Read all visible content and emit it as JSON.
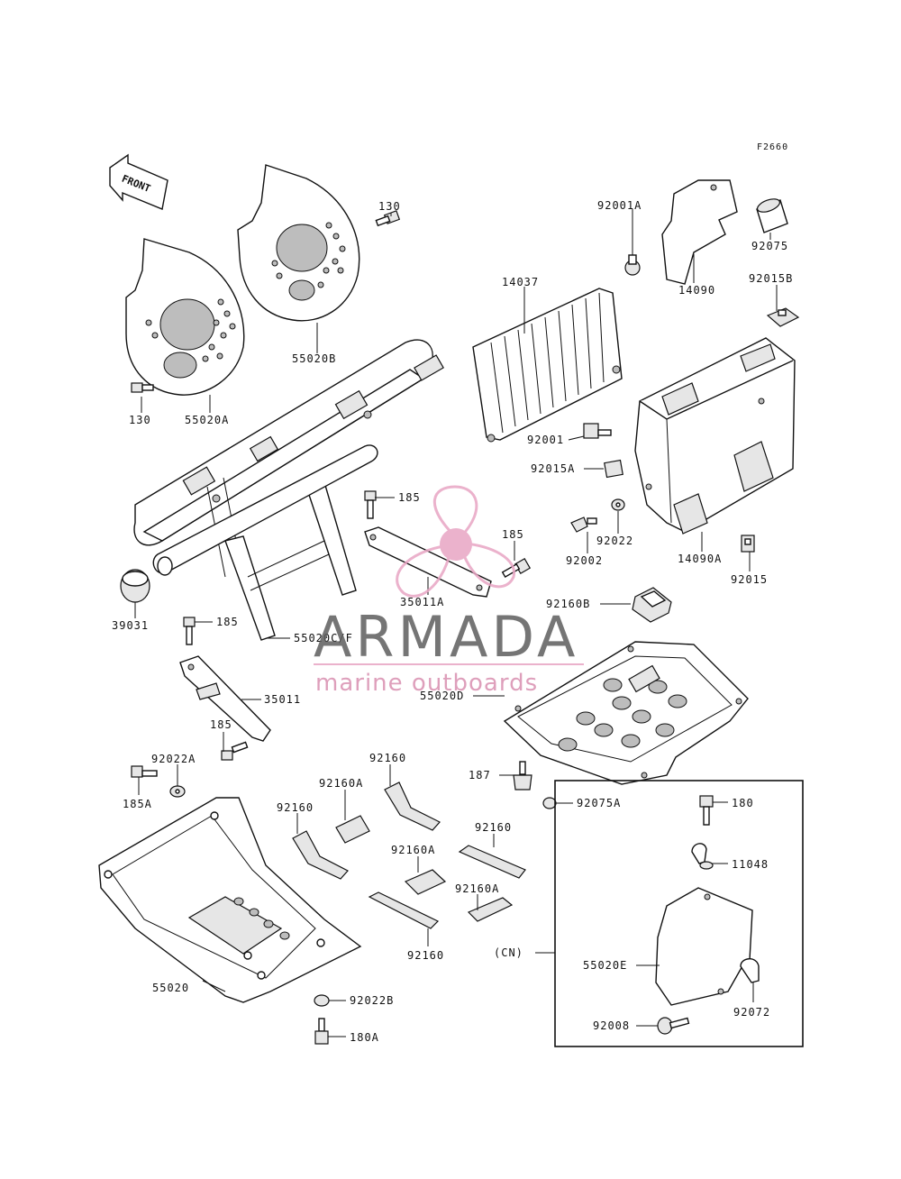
{
  "figure_code": "F2660",
  "front_label": "FRONT",
  "watermark": {
    "title": "ARMADA",
    "subtitle": "marine outboards",
    "accent": "#e8a5c4",
    "text_color": "#5e5e5e"
  },
  "callouts": [
    "130",
    "55020A",
    "130",
    "55020B",
    "92001A",
    "14090",
    "92075",
    "14037",
    "92015B",
    "92001",
    "92015A",
    "92022",
    "92002",
    "14090A",
    "92015",
    "185",
    "185",
    "35011A",
    "39031",
    "185",
    "55020C/F",
    "35011",
    "185",
    "92160B",
    "55020D",
    "92022A",
    "185A",
    "187",
    "92075A",
    "92160",
    "92160A",
    "92160",
    "92160",
    "92160A",
    "92160A",
    "92160",
    "55020",
    "92022B",
    "180A",
    "180",
    "11048",
    "(CN)",
    "55020E",
    "92072",
    "92008"
  ]
}
